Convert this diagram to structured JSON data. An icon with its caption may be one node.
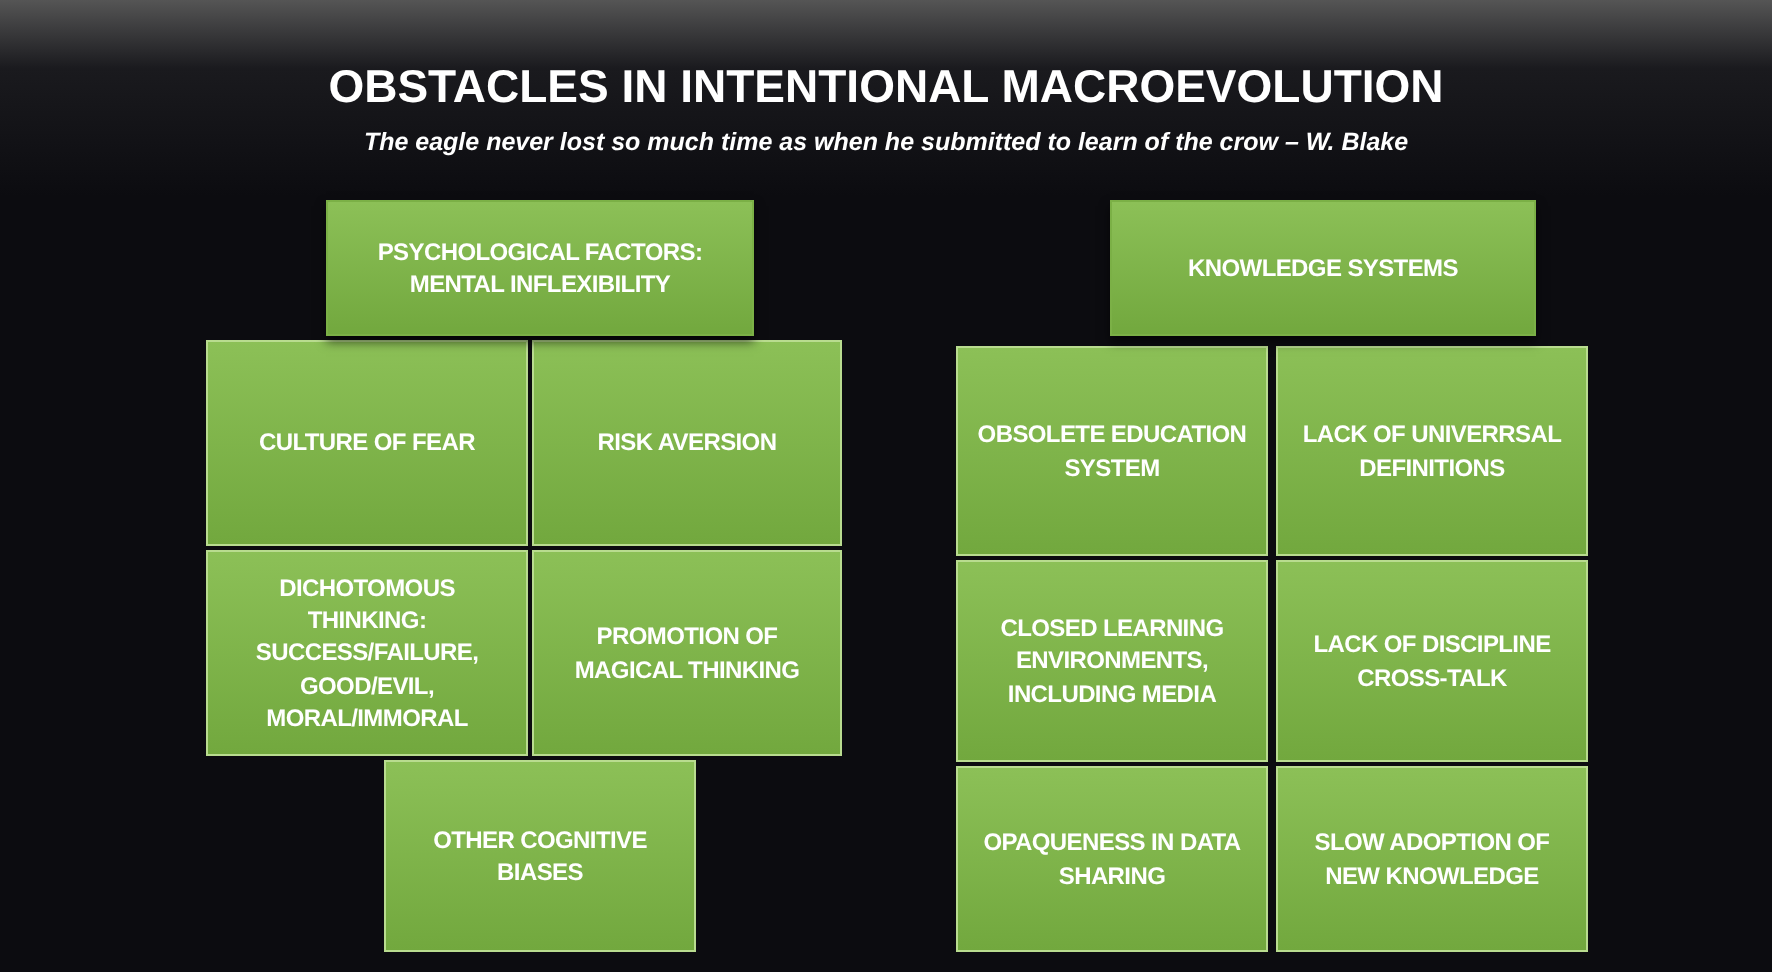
{
  "diagram": {
    "title": "OBSTACLES  IN INTENTIONAL MACROEVOLUTION",
    "nodes": [
      {
        "text": [
          "PSYCHOLOGICAL FACTORS: MENTAL  INFLEXIBILITY"
        ]
      },
      {
        "text": [
          "CULTURE OF FEAR"
        ]
      },
      {
        "text": [
          "RISK AVERSION"
        ]
      },
      {
        "text": [
          "DICHOTOMOUS THINKING: SUCCESS/FAILURE, GOOD/EVIL, MORAL/IMMORAL"
        ]
      },
      {
        "text": [
          "PROMOTION OF MAGICAL THINKING"
        ]
      },
      {
        "text": [
          "OTHER COGNITIVE BIASES"
        ]
      },
      {
        "text": [
          "KNOWLEDGE SYSTEMS"
        ]
      },
      {
        "text": [
          "OBSOLETE EDUCATION SYSTEM"
        ]
      },
      {
        "text": [
          "LACK OF UNIVERRSAL DEFINITIONS"
        ]
      },
      {
        "text": [
          "CLOSED LEARNING ENVIRONMENTS, INCLUDING MEDIA"
        ]
      },
      {
        "text": [
          "LACK OF DISCIPLINE CROSS-TALK"
        ]
      },
      {
        "text": [
          "OPAQUENESS IN DATA SHARING"
        ]
      },
      {
        "text": [
          "SLOW ADOPTION OF NEW KNOWLEDGE"
        ]
      }
    ],
    "labels": [
      "The eagle never lost so much time as when he submitted to learn of the crow – W. Blake"
    ]
  }
}
